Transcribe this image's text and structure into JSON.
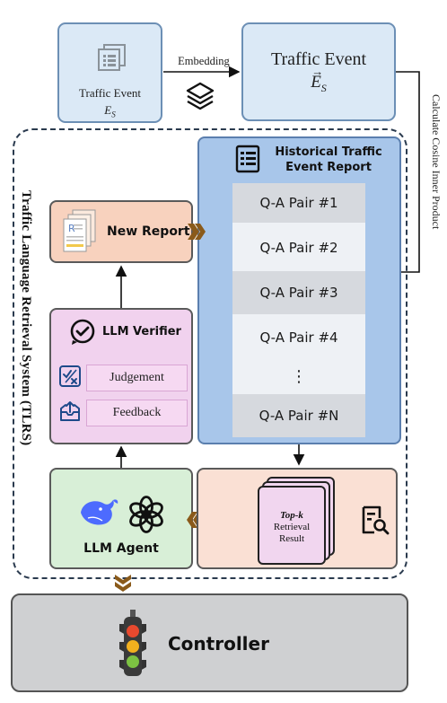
{
  "traffic_event_small": {
    "title": "Traffic Event",
    "symbol": "E",
    "subscript": "S"
  },
  "embedding_label": "Embedding",
  "traffic_event_big": {
    "title": "Traffic Event",
    "symbol": "E",
    "subscript": "S"
  },
  "cosine_label": "Calculate Cosine Inner Product",
  "tlrs_label": "Traffic Language Retrieval System (TLRS)",
  "historical": {
    "title_line1": "Historical Traffic",
    "title_line2": "Event Report",
    "pairs": [
      "Q-A Pair #1",
      "Q-A Pair #2",
      "Q-A Pair #3",
      "Q-A Pair #4"
    ],
    "ellipsis": "⋮",
    "last_pair": "Q-A Pair #N"
  },
  "new_report": {
    "label": "New Report",
    "doc_letter": "R"
  },
  "llm_verifier": {
    "title": "LLM Verifier",
    "judgement": "Judgement",
    "feedback": "Feedback"
  },
  "llm_agent": {
    "label": "LLM Agent"
  },
  "retrieval": {
    "top_k": "Top-k",
    "line2": "Retrieval",
    "line3": "Result"
  },
  "controller": {
    "label": "Controller"
  },
  "colors": {
    "blue_box": "#dbe9f6",
    "historical": "#a8c6ea",
    "new_report": "#f8d2be",
    "verifier": "#f1d2ee",
    "agent": "#d8efd7",
    "retrieval": "#fae0d4",
    "controller": "#cfd0d2",
    "chevron": "#8a5a1a",
    "deepseek_blue": "#4d6bfe"
  }
}
